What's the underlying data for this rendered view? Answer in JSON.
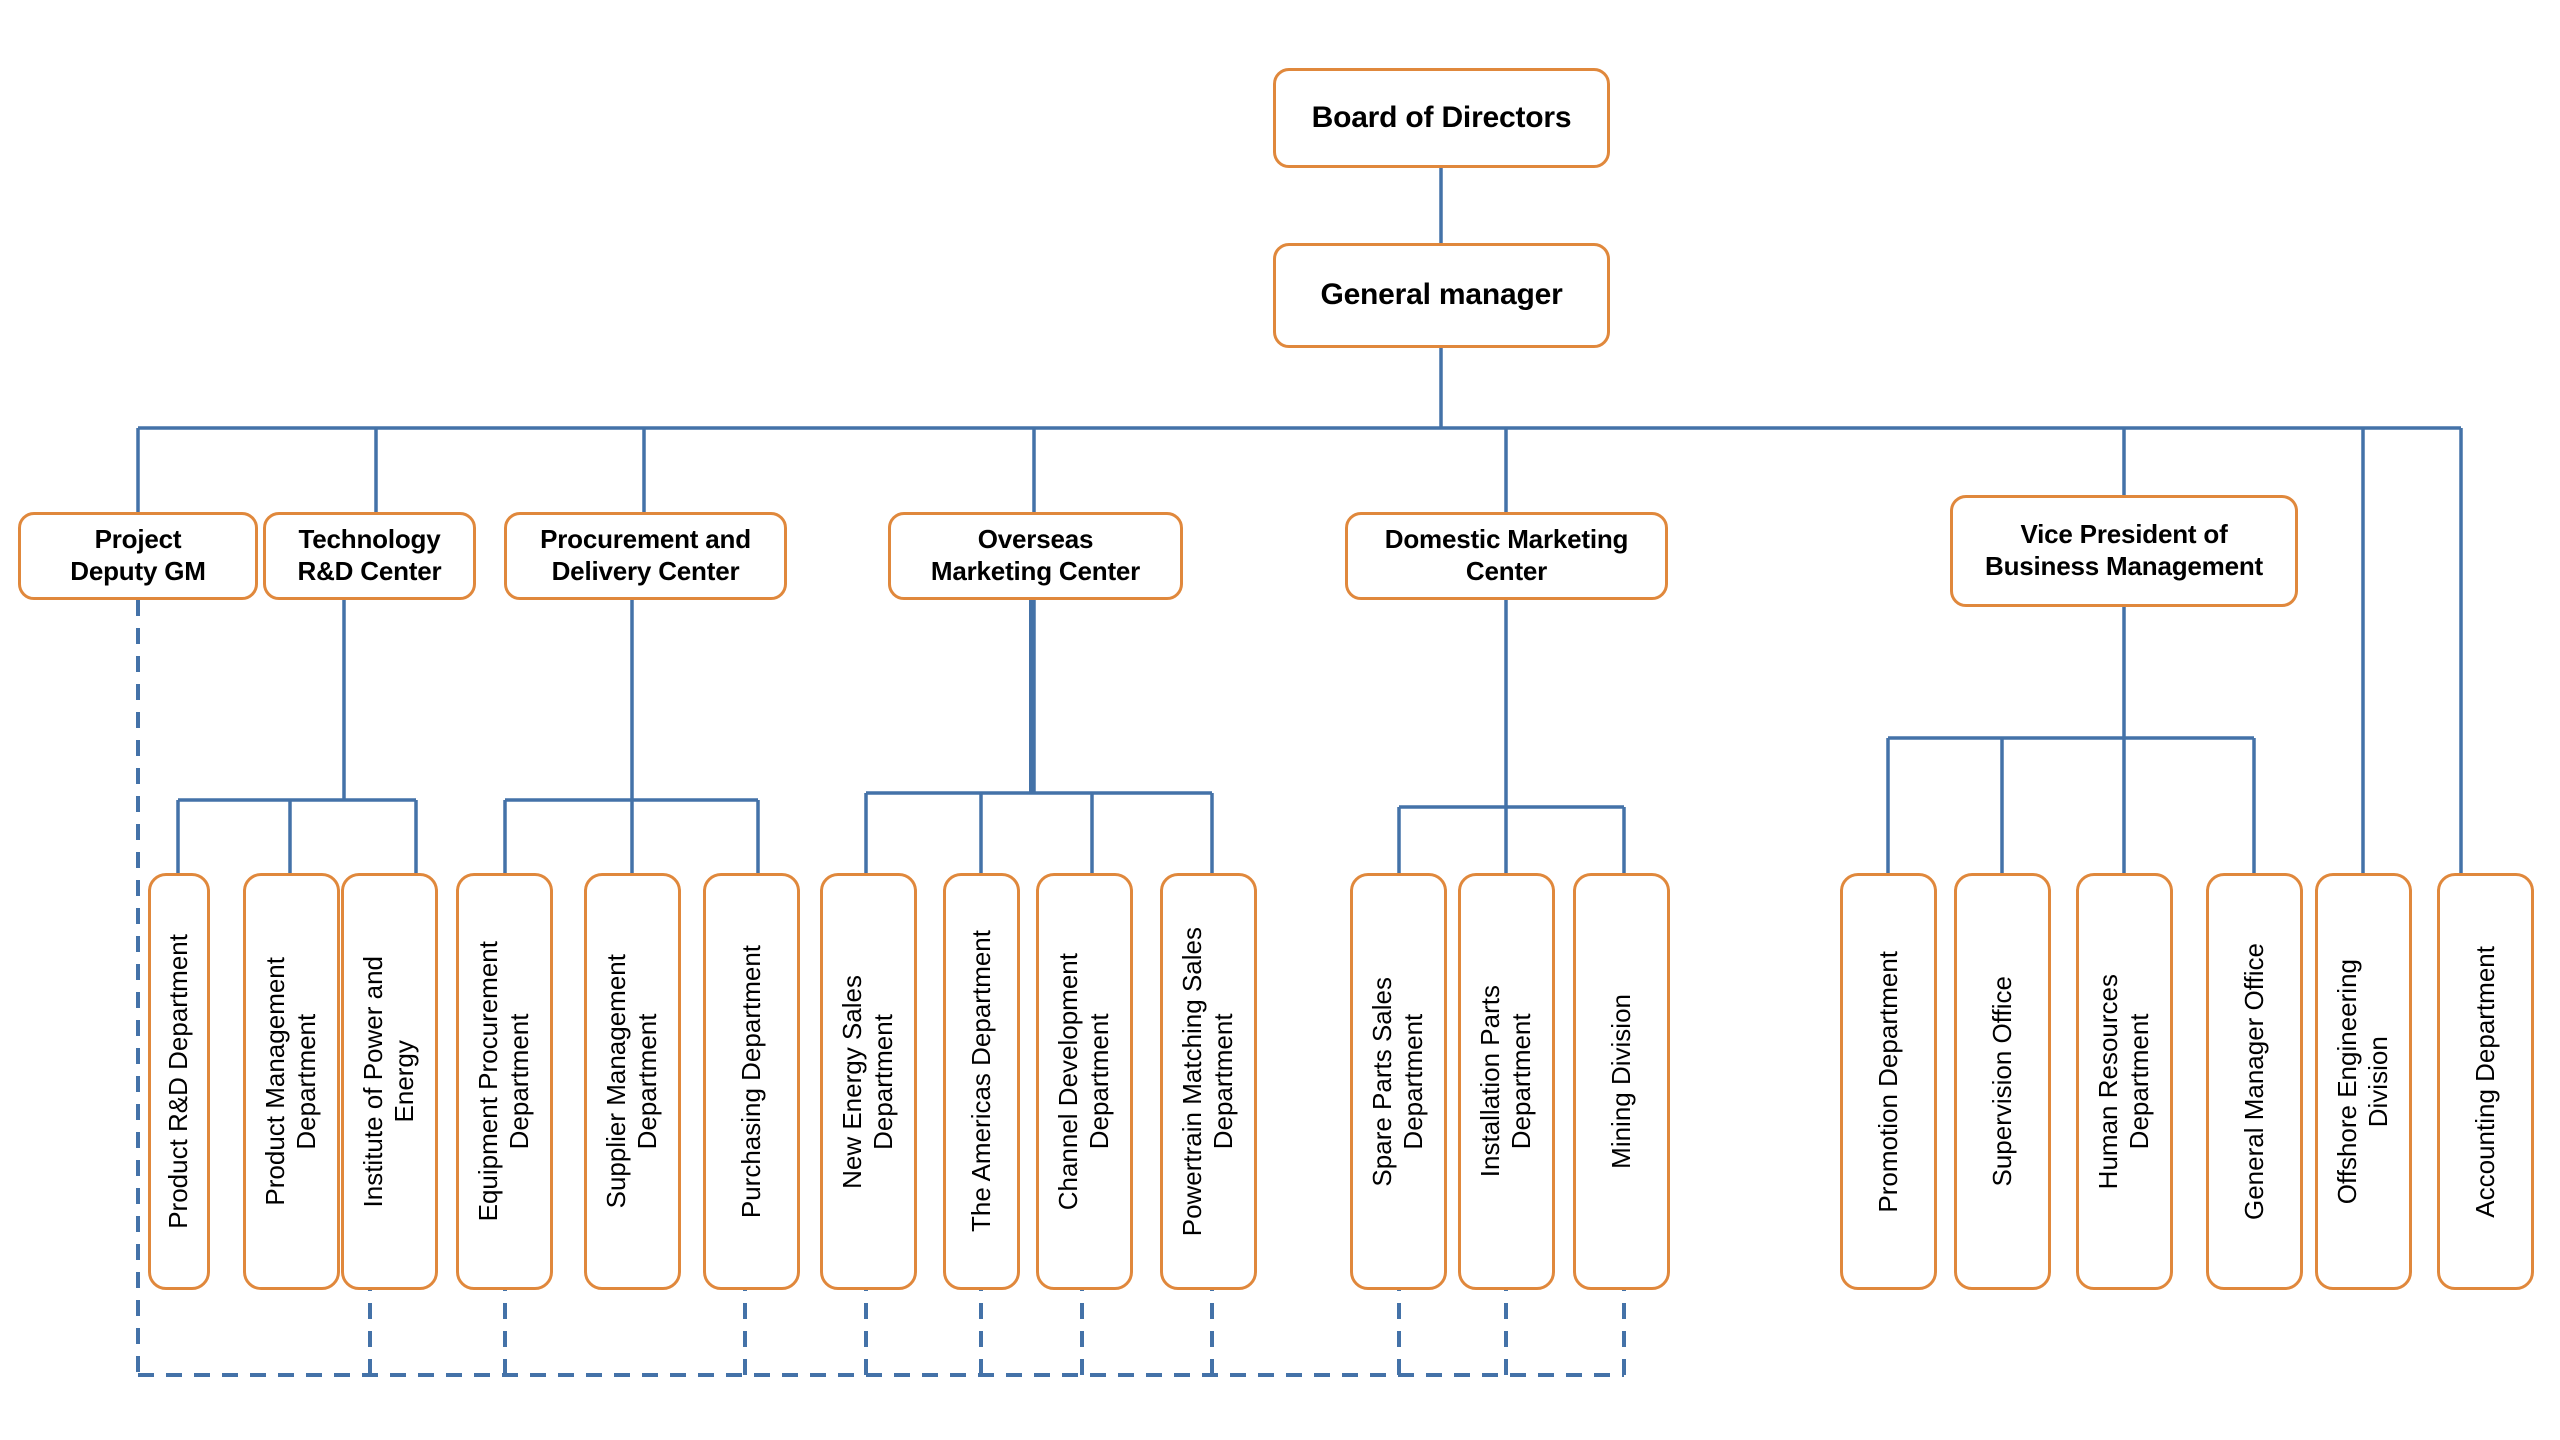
{
  "title": "Organizational Structure Chart",
  "theme": {
    "box_border": "#E0883C",
    "box_fill": "#FFFFFF",
    "connector_solid": "#4472A8",
    "connector_dashed": "#4472A8",
    "text": "#000000"
  },
  "nodes": {
    "board": {
      "label": "Board of Directors"
    },
    "gm": {
      "label": "General manager"
    },
    "project_deputy_gm": {
      "label": "Project\nDeputy GM"
    },
    "tech_rd_center": {
      "label": "Technology\nR&D Center"
    },
    "procurement_delivery": {
      "label": "Procurement and\nDelivery Center"
    },
    "overseas_marketing": {
      "label": "Overseas\nMarketing Center"
    },
    "domestic_marketing": {
      "label": "Domestic Marketing\nCenter"
    },
    "vp_business_mgmt": {
      "label": "Vice President of\nBusiness Management"
    }
  },
  "leaves": {
    "product_rd": {
      "label": "Product R&D Department"
    },
    "product_mgmt": {
      "label": "Product Management\nDepartment"
    },
    "institute_power": {
      "label": "Institute of Power and\nEnergy"
    },
    "equipment_procurement": {
      "label": "Equipment Procurement\nDepartment"
    },
    "supplier_mgmt": {
      "label": "Supplier Management\nDepartment"
    },
    "purchasing": {
      "label": "Purchasing Department"
    },
    "new_energy_sales": {
      "label": "New Energy Sales\nDepartment"
    },
    "the_americas": {
      "label": "The Americas Department"
    },
    "channel_development": {
      "label": "Channel Development\nDepartment"
    },
    "powertrain_matching": {
      "label": "Powertrain Matching Sales\nDepartment"
    },
    "spare_parts_sales": {
      "label": "Spare Parts Sales\nDepartment"
    },
    "installation_parts": {
      "label": "Installation Parts\nDepartment"
    },
    "mining_division": {
      "label": "Mining Division"
    },
    "promotion": {
      "label": "Promotion Department"
    },
    "supervision": {
      "label": "Supervision Office"
    },
    "human_resources": {
      "label": "Human Resources\nDepartment"
    },
    "general_manager_office": {
      "label": "General Manager Office"
    },
    "offshore_engineering": {
      "label": "Offshore Engineering\nDivision"
    },
    "accounting": {
      "label": "Accounting Department"
    }
  },
  "hierarchy": {
    "root": "board",
    "edges": [
      {
        "from": "board",
        "to": "gm",
        "style": "solid"
      },
      {
        "from": "gm",
        "to": "project_deputy_gm",
        "style": "solid"
      },
      {
        "from": "gm",
        "to": "tech_rd_center",
        "style": "solid"
      },
      {
        "from": "gm",
        "to": "procurement_delivery",
        "style": "solid"
      },
      {
        "from": "gm",
        "to": "overseas_marketing",
        "style": "solid"
      },
      {
        "from": "gm",
        "to": "domestic_marketing",
        "style": "solid"
      },
      {
        "from": "gm",
        "to": "vp_business_mgmt",
        "style": "solid"
      },
      {
        "from": "gm",
        "to": "offshore_engineering",
        "style": "solid"
      },
      {
        "from": "gm",
        "to": "accounting",
        "style": "solid"
      },
      {
        "from": "tech_rd_center",
        "to": "product_rd",
        "style": "solid"
      },
      {
        "from": "tech_rd_center",
        "to": "product_mgmt",
        "style": "solid"
      },
      {
        "from": "tech_rd_center",
        "to": "institute_power",
        "style": "solid"
      },
      {
        "from": "procurement_delivery",
        "to": "equipment_procurement",
        "style": "solid"
      },
      {
        "from": "procurement_delivery",
        "to": "supplier_mgmt",
        "style": "solid"
      },
      {
        "from": "procurement_delivery",
        "to": "purchasing",
        "style": "solid"
      },
      {
        "from": "overseas_marketing",
        "to": "new_energy_sales",
        "style": "solid"
      },
      {
        "from": "overseas_marketing",
        "to": "the_americas",
        "style": "solid"
      },
      {
        "from": "overseas_marketing",
        "to": "channel_development",
        "style": "solid"
      },
      {
        "from": "overseas_marketing",
        "to": "powertrain_matching",
        "style": "solid"
      },
      {
        "from": "domestic_marketing",
        "to": "spare_parts_sales",
        "style": "solid"
      },
      {
        "from": "domestic_marketing",
        "to": "installation_parts",
        "style": "solid"
      },
      {
        "from": "domestic_marketing",
        "to": "mining_division",
        "style": "solid"
      },
      {
        "from": "vp_business_mgmt",
        "to": "promotion",
        "style": "solid"
      },
      {
        "from": "vp_business_mgmt",
        "to": "supervision",
        "style": "solid"
      },
      {
        "from": "vp_business_mgmt",
        "to": "human_resources",
        "style": "solid"
      },
      {
        "from": "vp_business_mgmt",
        "to": "general_manager_office",
        "style": "solid"
      },
      {
        "from": "project_deputy_gm",
        "to": "institute_power",
        "style": "dashed"
      },
      {
        "from": "project_deputy_gm",
        "to": "equipment_procurement",
        "style": "dashed"
      },
      {
        "from": "project_deputy_gm",
        "to": "purchasing",
        "style": "dashed"
      },
      {
        "from": "project_deputy_gm",
        "to": "new_energy_sales",
        "style": "dashed"
      },
      {
        "from": "project_deputy_gm",
        "to": "the_americas",
        "style": "dashed"
      },
      {
        "from": "project_deputy_gm",
        "to": "channel_development",
        "style": "dashed"
      },
      {
        "from": "project_deputy_gm",
        "to": "powertrain_matching",
        "style": "dashed"
      },
      {
        "from": "project_deputy_gm",
        "to": "spare_parts_sales",
        "style": "dashed"
      },
      {
        "from": "project_deputy_gm",
        "to": "installation_parts",
        "style": "dashed"
      },
      {
        "from": "project_deputy_gm",
        "to": "mining_division",
        "style": "dashed"
      }
    ]
  }
}
